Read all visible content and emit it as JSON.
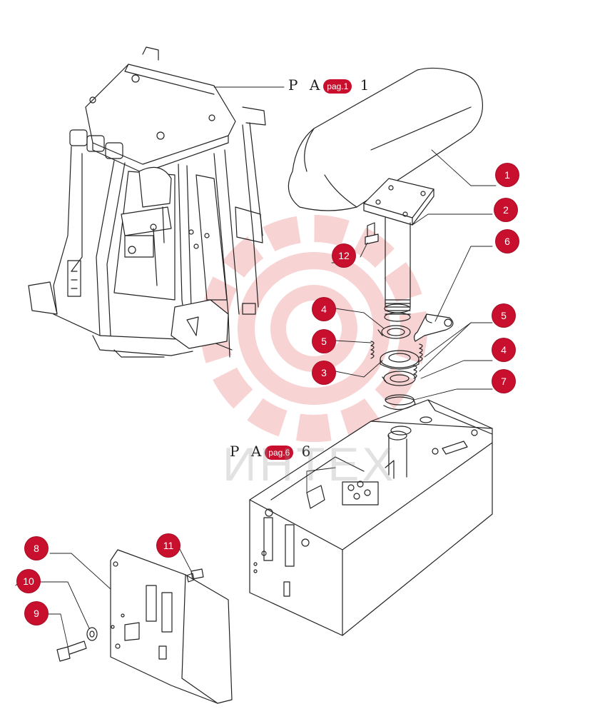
{
  "references": [
    {
      "prefix": "P A",
      "link_label": "pag.1",
      "suffix": "1"
    },
    {
      "prefix": "P A",
      "link_label": "pag.6",
      "suffix": "6"
    }
  ],
  "callouts": [
    "1",
    "2",
    "6",
    "12",
    "4",
    "5",
    "5",
    "3",
    "4",
    "7",
    "8",
    "11",
    "10",
    "9"
  ],
  "watermark": "ИНТЕХ",
  "colors": {
    "callout": "#c8102e",
    "line": "#222222",
    "watermark": "#e23a3a"
  }
}
